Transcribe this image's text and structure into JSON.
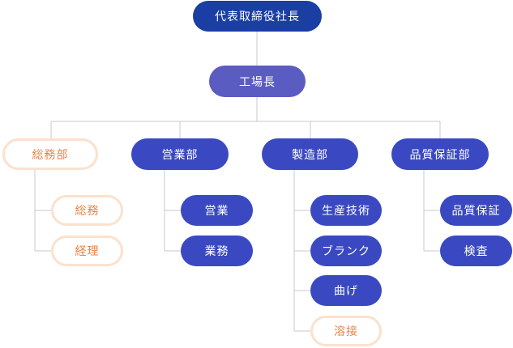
{
  "chart_title": "",
  "ceo": {
    "label": "代表取締役社長"
  },
  "plant_manager": {
    "label": "工場長"
  },
  "departments": [
    {
      "label": "総務部",
      "style": "outline",
      "sections": [
        {
          "label": "総務",
          "style": "outline"
        },
        {
          "label": "経理",
          "style": "outline"
        }
      ]
    },
    {
      "label": "営業部",
      "style": "blue",
      "sections": [
        {
          "label": "営業",
          "style": "blue"
        },
        {
          "label": "業務",
          "style": "blue"
        }
      ]
    },
    {
      "label": "製造部",
      "style": "blue",
      "sections": [
        {
          "label": "生産技術",
          "style": "blue"
        },
        {
          "label": "ブランク",
          "style": "blue"
        },
        {
          "label": "曲げ",
          "style": "blue"
        },
        {
          "label": "溶接",
          "style": "outline"
        }
      ]
    },
    {
      "label": "品質保証部",
      "style": "blue",
      "sections": [
        {
          "label": "品質保証",
          "style": "blue"
        },
        {
          "label": "検査",
          "style": "blue"
        }
      ]
    }
  ],
  "colors": {
    "ceo": "#1a3ea3",
    "plant_manager": "#5b5cc2",
    "department_fill": "#3a49c1",
    "outline_border": "#fbe1cd",
    "outline_text": "#e7834a",
    "connector": "#c9c9c9"
  }
}
